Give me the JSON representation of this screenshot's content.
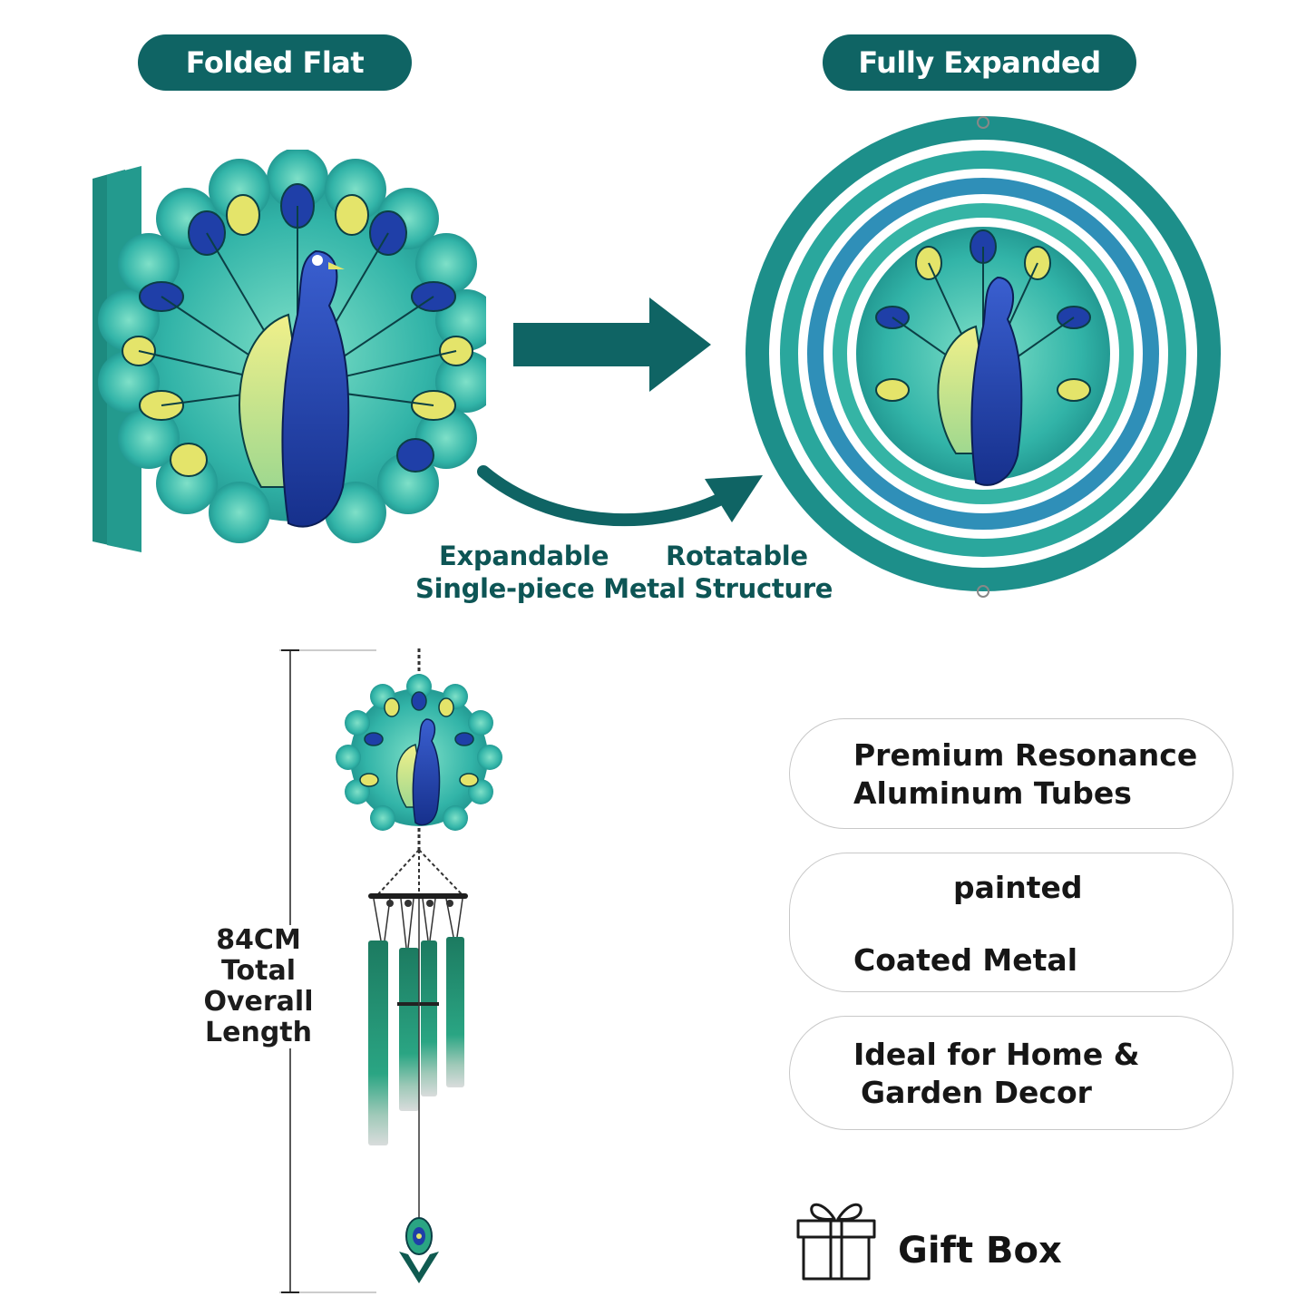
{
  "badges": {
    "folded": "Folded Flat",
    "expanded": "Fully Expanded"
  },
  "captions": {
    "expandable": "Expandable",
    "rotatable": "Rotatable",
    "structure": "Single-piece Metal Structure"
  },
  "dimension": {
    "line1": "84CM",
    "line2": "Total",
    "line3": "Overall",
    "line4": "Length"
  },
  "features": [
    {
      "line1": "Premium Resonance",
      "line2": "Aluminum Tubes"
    },
    {
      "line1": "painted",
      "line2": "Coated Metal"
    },
    {
      "line1": "Ideal for Home &",
      "line2": "Garden Decor"
    }
  ],
  "gift": {
    "label": "Gift Box",
    "icon": "gift-box-icon"
  },
  "colors": {
    "brand_teal": "#0f6464",
    "peacock_blue": "#1f3fa8",
    "feather_teal": "#2fb3a3",
    "accent_yellow": "#e4e46a"
  }
}
